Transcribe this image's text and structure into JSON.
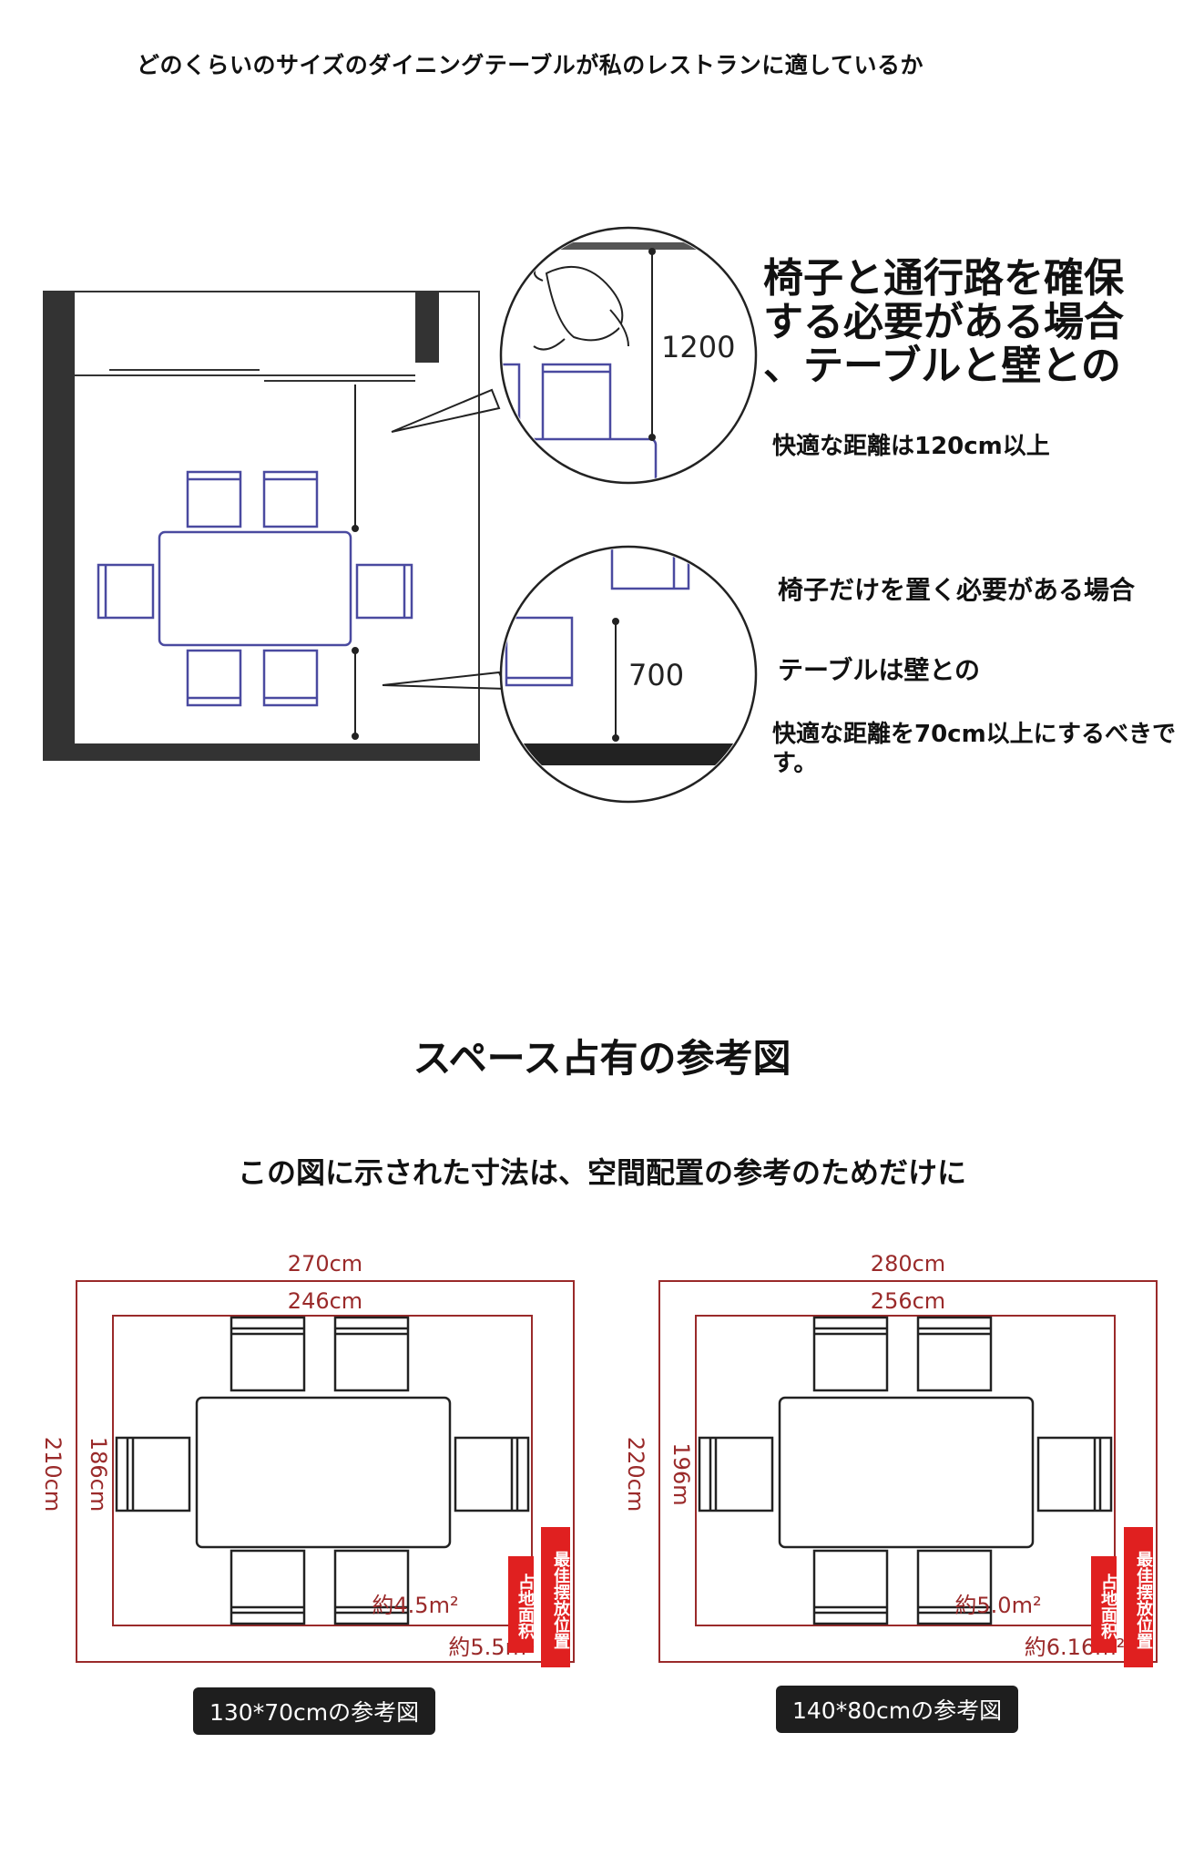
{
  "header": {
    "title": "どのくらいのサイズのダイニングテーブルが私のレストランに適しているか"
  },
  "top_diagram": {
    "dim_top": "1200",
    "dim_bottom": "700"
  },
  "note1": {
    "heading_lines": [
      "椅子と通行路を確保",
      "する必要がある場合",
      "、テーブルと壁との"
    ],
    "body": "快適な距離は120cm以上"
  },
  "note2": {
    "line1": "椅子だけを置く必要がある場合",
    "line2": "テーブルは壁との",
    "line3": "快適な距離を70cm以上にするべきです。"
  },
  "section": {
    "title": "スペース占有の参考図",
    "subtitle": "この図に示された寸法は、空間配置の参考のためだけに"
  },
  "plans": [
    {
      "outer_w": "270cm",
      "inner_w": "246cm",
      "outer_h": "210cm",
      "inner_h": "186cm",
      "area_inner": "約4.5m²",
      "area_outer": "約5.5m²",
      "tag_area": "占地面积",
      "tag_best": "最佳摆放位置",
      "caption": "130*70cmの参考図"
    },
    {
      "outer_w": "280cm",
      "inner_w": "256cm",
      "outer_h": "220cm",
      "inner_h": "196m",
      "area_inner": "約5.0m²",
      "area_outer": "約6.16m²",
      "tag_area": "占地面积",
      "tag_best": "最佳摆放位置",
      "caption": "140*80cmの参考図"
    }
  ],
  "colors": {
    "furniture_blue": "#4a4aa0",
    "dim_red": "#9a2a2a",
    "tag_red": "#e02020",
    "wall": "#333333"
  }
}
